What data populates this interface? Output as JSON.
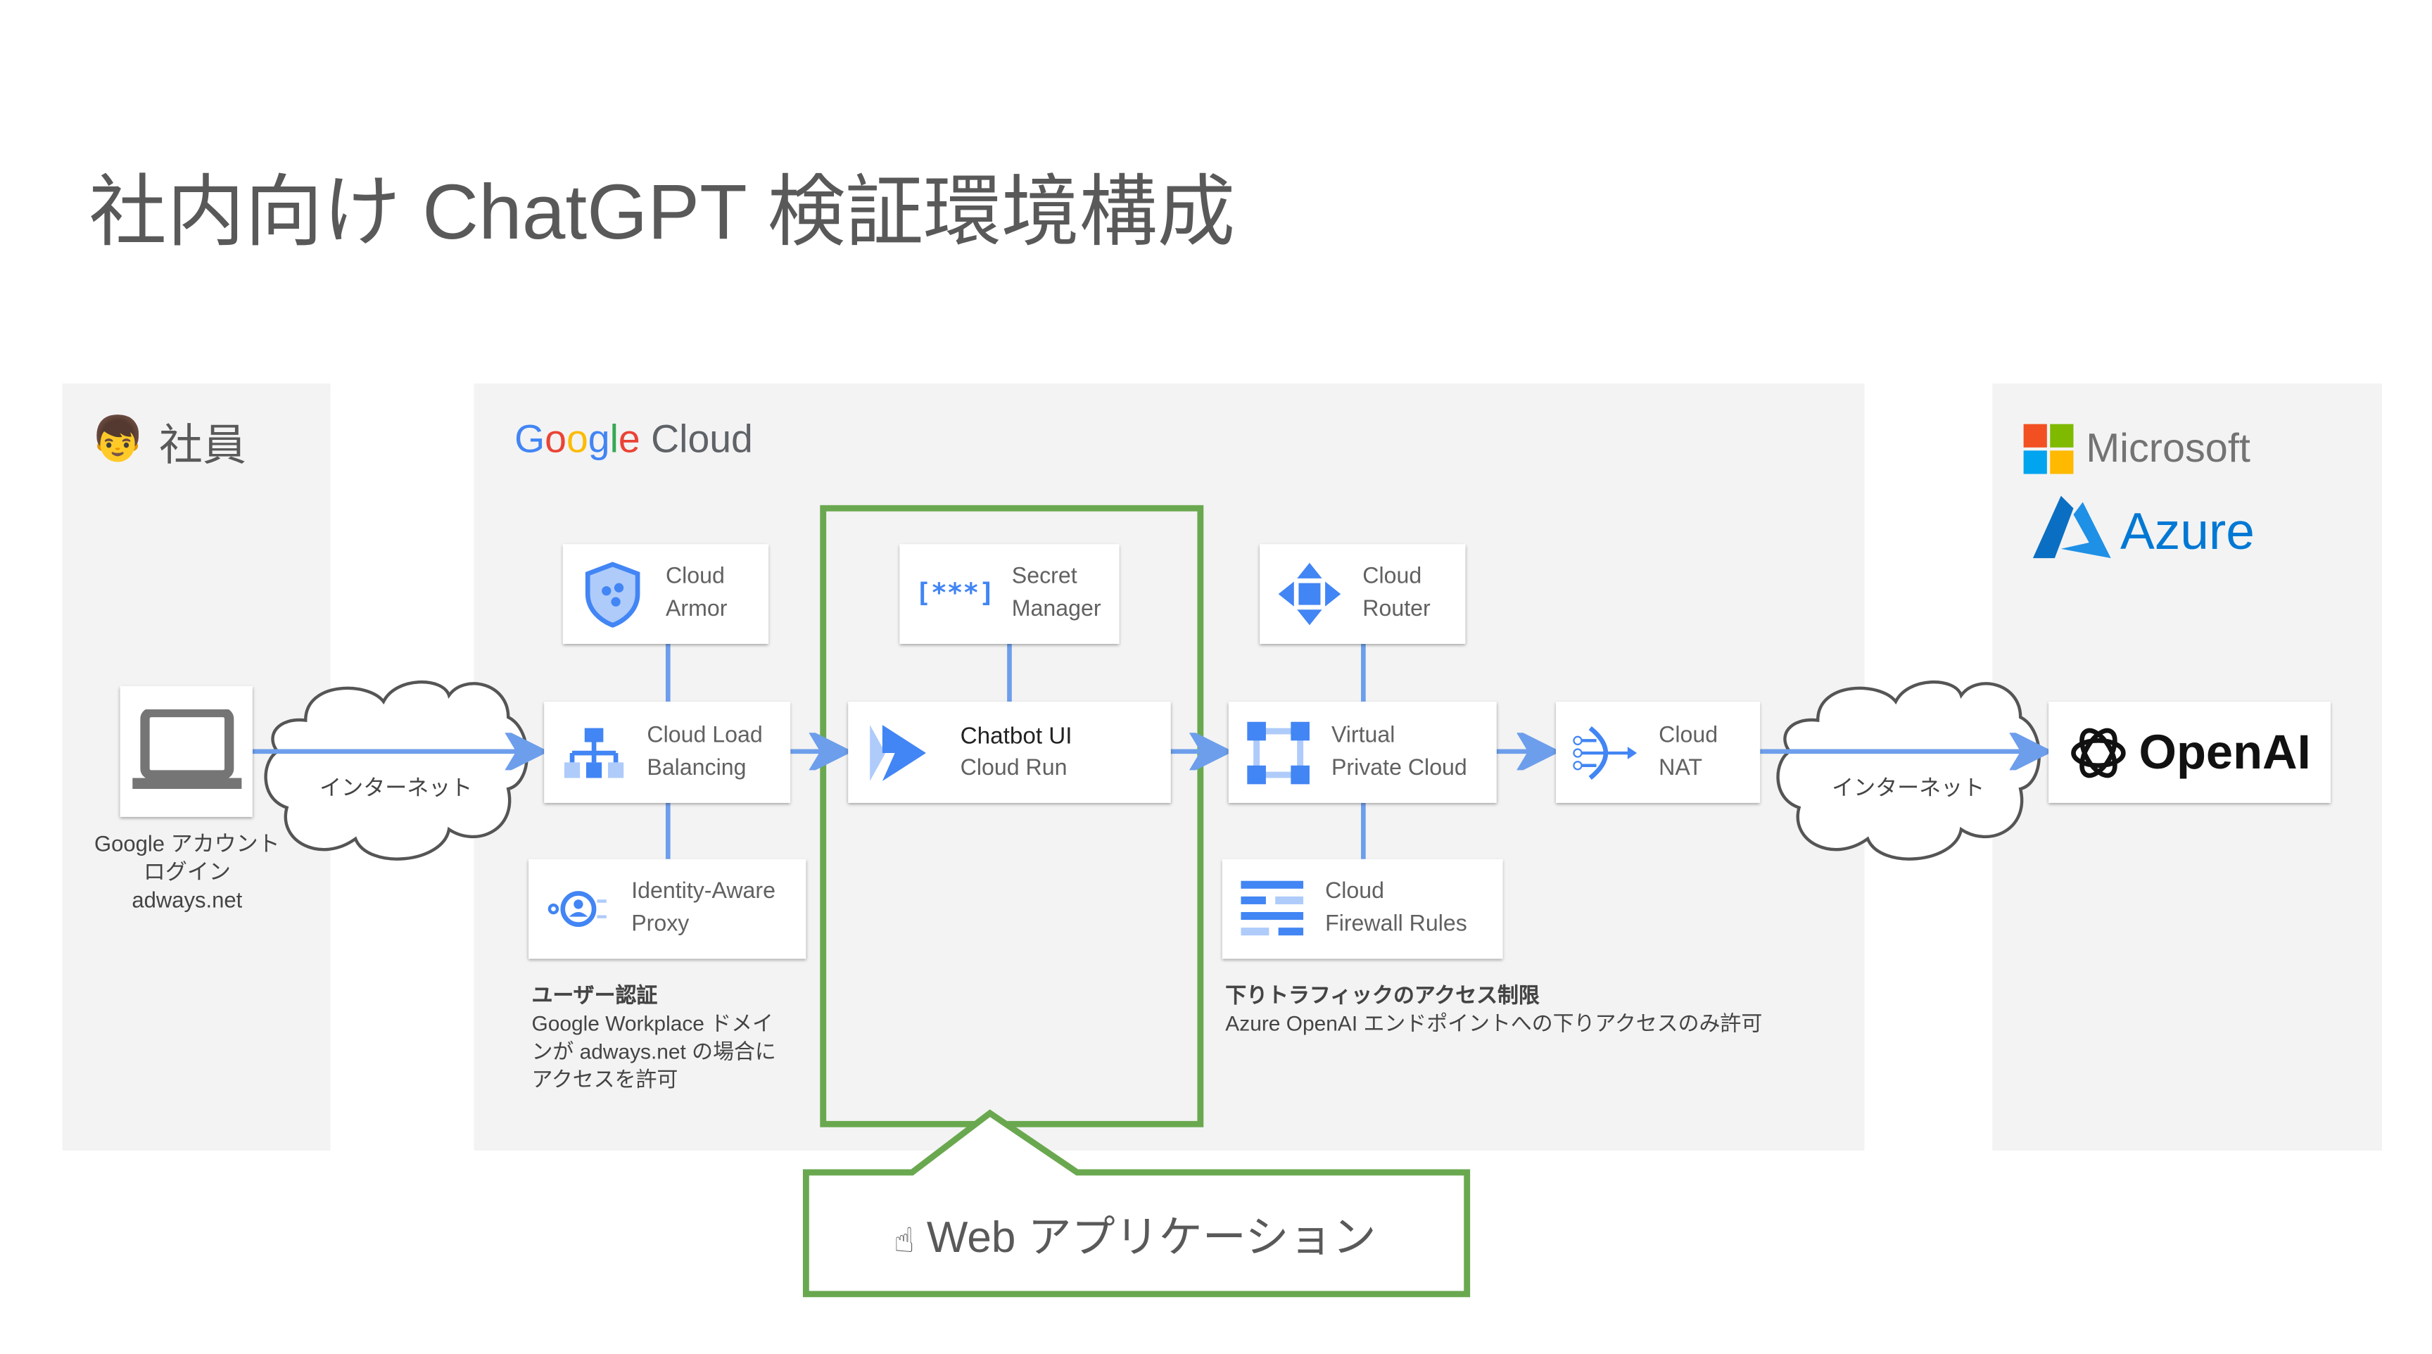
{
  "title": "社内向け ChatGPT 検証環境構成",
  "employee": {
    "label": "社員",
    "device_caption": [
      "Google アカウント",
      "ログイン",
      "adways.net"
    ]
  },
  "internet_label": "インターネット",
  "google_cloud": {
    "logo_google": "Google",
    "logo_cloud": "Cloud"
  },
  "services": {
    "cloud_armor": [
      "Cloud",
      "Armor"
    ],
    "load_balancing": [
      "Cloud Load",
      "Balancing"
    ],
    "iap": [
      "Identity-Aware",
      "Proxy"
    ],
    "secret_manager": [
      "Secret",
      "Manager"
    ],
    "chatbot": [
      "Chatbot UI",
      "Cloud Run"
    ],
    "cloud_router": [
      "Cloud",
      "Router"
    ],
    "vpc": [
      "Virtual",
      "Private Cloud"
    ],
    "firewall": [
      "Cloud",
      "Firewall Rules"
    ],
    "nat": [
      "Cloud",
      "NAT"
    ]
  },
  "notes": {
    "auth_title": "ユーザー認証",
    "auth_body": [
      "Google Workplace ドメイ",
      "ンが adways.net の場合に",
      "アクセスを許可"
    ],
    "egress_title": "下りトラフィックのアクセス制限",
    "egress_body": "Azure OpenAI エンドポイントへの下りアクセスのみ許可"
  },
  "microsoft": {
    "microsoft": "Microsoft",
    "azure": "Azure",
    "openai": "OpenAI"
  },
  "callout": "Web アプリケーション",
  "colors": {
    "arrow": "#6d9eeb",
    "green": "#6aa84f",
    "panel": "#f3f3f3",
    "azure": "#0078d4"
  }
}
